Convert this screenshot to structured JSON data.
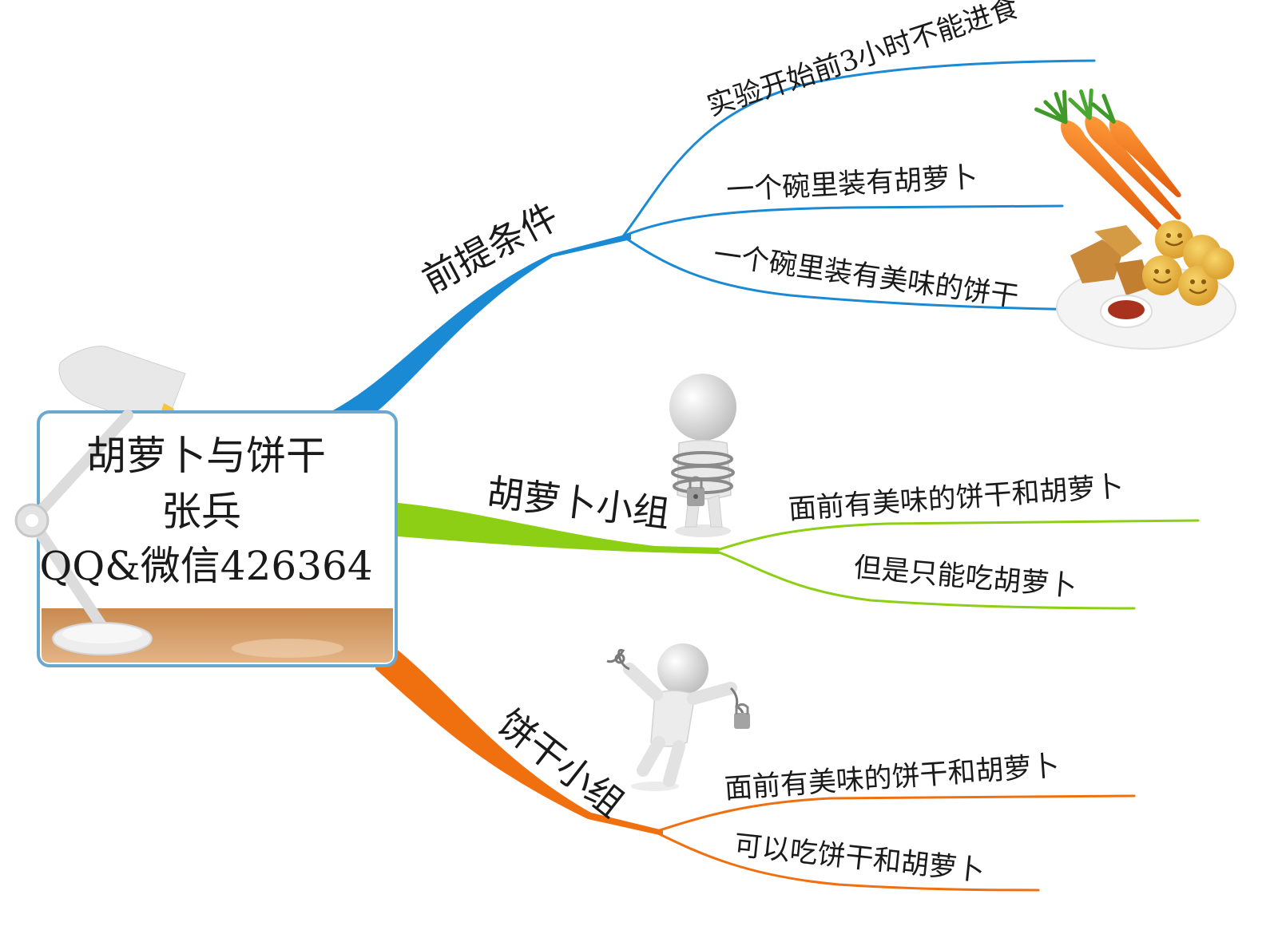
{
  "center": {
    "title": "胡萝卜与饼干",
    "author": "张兵",
    "contact": "QQ&微信426364"
  },
  "branches": [
    {
      "label": "前提条件",
      "color": "#1a8ad4",
      "items": [
        "实验开始前3小时不能进食",
        "一个碗里装有胡萝卜",
        "一个碗里装有美味的饼干"
      ]
    },
    {
      "label": "胡萝卜小组",
      "color": "#8ccf14",
      "items": [
        "面前有美味的饼干和胡萝卜",
        "但是只能吃胡萝卜"
      ]
    },
    {
      "label": "饼干小组",
      "color": "#f07010",
      "items": [
        "面前有美味的饼干和胡萝卜",
        "可以吃饼干和胡萝卜"
      ]
    }
  ],
  "illustrations": {
    "lamp": "desk-lamp",
    "carrots": "carrots",
    "cookies": "smiley-cookies-plate",
    "chained_figure": "chained-person",
    "freed_figure": "unchained-person"
  }
}
